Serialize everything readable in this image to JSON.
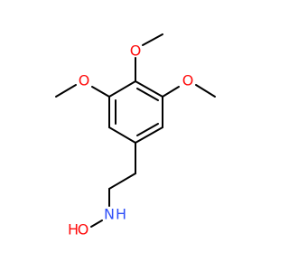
{
  "molecule": {
    "atoms": [
      {
        "id": "O1",
        "symbol": "O",
        "color": "#ff0d0d",
        "label": "O"
      },
      {
        "id": "O2",
        "symbol": "O",
        "color": "#ff0d0d",
        "label": "O"
      },
      {
        "id": "O3",
        "symbol": "O",
        "color": "#ff0d0d",
        "label": "O"
      },
      {
        "id": "N1",
        "symbol": "N",
        "color": "#3050f8",
        "label": "N",
        "h_label": "H"
      },
      {
        "id": "O4",
        "symbol": "O",
        "color": "#ff0d0d",
        "label": "O",
        "h_label": "H"
      }
    ],
    "bond_color": "#000000"
  }
}
